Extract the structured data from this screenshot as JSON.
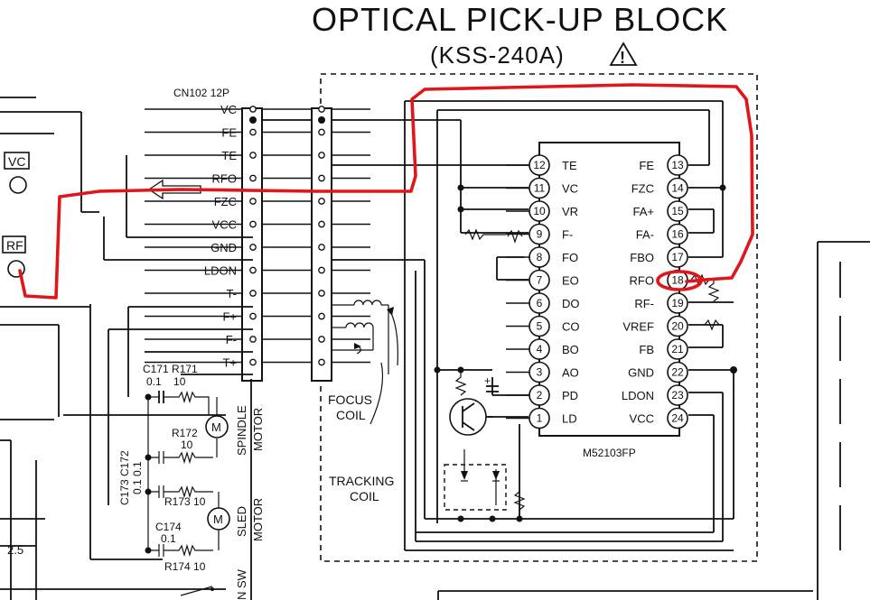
{
  "header": {
    "title": "OPTICAL PICK-UP BLOCK",
    "model": "(KSS-240A)",
    "warning_symbol": "!"
  },
  "connector": {
    "name": "CN102 12P",
    "pins": [
      "VC",
      "FE",
      "TE",
      "RFO",
      "FZC",
      "VCC",
      "GND",
      "LDON",
      "T-",
      "F+",
      "F-",
      "T+"
    ]
  },
  "test_points": {
    "vc": "VC",
    "rf": "RF"
  },
  "ic": {
    "name": "M52103FP",
    "left_pins": [
      {
        "num": "12",
        "label": "TE"
      },
      {
        "num": "11",
        "label": "VC"
      },
      {
        "num": "10",
        "label": "VR"
      },
      {
        "num": "9",
        "label": "F-"
      },
      {
        "num": "8",
        "label": "FO"
      },
      {
        "num": "7",
        "label": "EO"
      },
      {
        "num": "6",
        "label": "DO"
      },
      {
        "num": "5",
        "label": "CO"
      },
      {
        "num": "4",
        "label": "BO"
      },
      {
        "num": "3",
        "label": "AO"
      },
      {
        "num": "2",
        "label": "PD"
      },
      {
        "num": "1",
        "label": "LD"
      }
    ],
    "right_pins": [
      {
        "num": "13",
        "label": "FE"
      },
      {
        "num": "14",
        "label": "FZC"
      },
      {
        "num": "15",
        "label": "FA+"
      },
      {
        "num": "16",
        "label": "FA-"
      },
      {
        "num": "17",
        "label": "FBO"
      },
      {
        "num": "18",
        "label": "RFO"
      },
      {
        "num": "19",
        "label": "RF-"
      },
      {
        "num": "20",
        "label": "VREF"
      },
      {
        "num": "21",
        "label": "FB"
      },
      {
        "num": "22",
        "label": "GND"
      },
      {
        "num": "23",
        "label": "LDON"
      },
      {
        "num": "24",
        "label": "VCC"
      }
    ]
  },
  "coils": {
    "focus": [
      "FOCUS",
      "COIL"
    ],
    "tracking": [
      "TRACKING",
      "COIL"
    ]
  },
  "components": {
    "c171_r171": "C171 R171",
    "c171_r171_vals": "0.1    10",
    "r172": "R172",
    "r172_val": "10",
    "c173_c172": "C173 C172",
    "c173_c172_vals": "0.1 0.1",
    "r173": "R173 10",
    "c174": "C174",
    "c174_val": "0.1",
    "r174": "R174 10",
    "spindle_motor": [
      "SPINDLE",
      "MOTOR"
    ],
    "sled_motor": [
      "SLED",
      "MOTOR"
    ],
    "voltage": "2.5",
    "sw_label": "N SW",
    "motor_symbol": "M"
  },
  "colors": {
    "annotation": "#e0161b",
    "ink": "#111111"
  }
}
